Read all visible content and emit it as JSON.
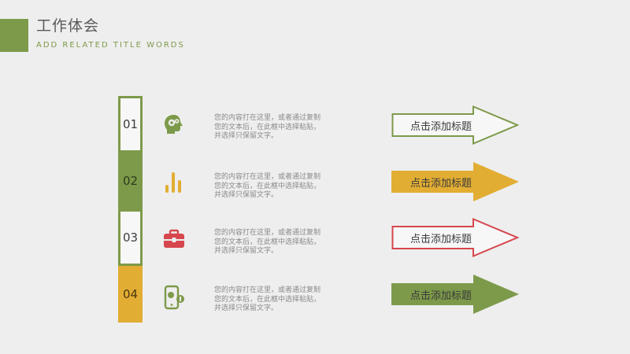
{
  "header": {
    "title": "工作体会",
    "subtitle": "ADD RELATED TITLE WORDS"
  },
  "colors": {
    "green": "#7d9a4a",
    "yellow": "#e2ad33",
    "red": "#d6474d"
  },
  "rows": [
    {
      "number": "01",
      "icon": "head-gears-icon",
      "desc": [
        "您的内容打在这里，或者通过复制",
        "您的文本后，在此框中选择粘贴，",
        "并选择只保留文字。"
      ],
      "arrow_label": "点击添加标题"
    },
    {
      "number": "02",
      "icon": "bar-chart-icon",
      "desc": [
        "您的内容打在这里，或者通过复制",
        "您的文本后，在此框中选择粘贴，",
        "并选择只保留文字。"
      ],
      "arrow_label": "点击添加标题"
    },
    {
      "number": "03",
      "icon": "briefcase-icon",
      "desc": [
        "您的内容打在这里，或者通过复制",
        "您的文本后，在此框中选择粘贴，",
        "并选择只保留文字。"
      ],
      "arrow_label": "点击添加标题"
    },
    {
      "number": "04",
      "icon": "mobile-payment-icon",
      "desc": [
        "您的内容打在这里，或者通过复制",
        "您的文本后，在此框中选择粘贴，",
        "并选择只保留文字。"
      ],
      "arrow_label": "点击添加标题"
    }
  ]
}
